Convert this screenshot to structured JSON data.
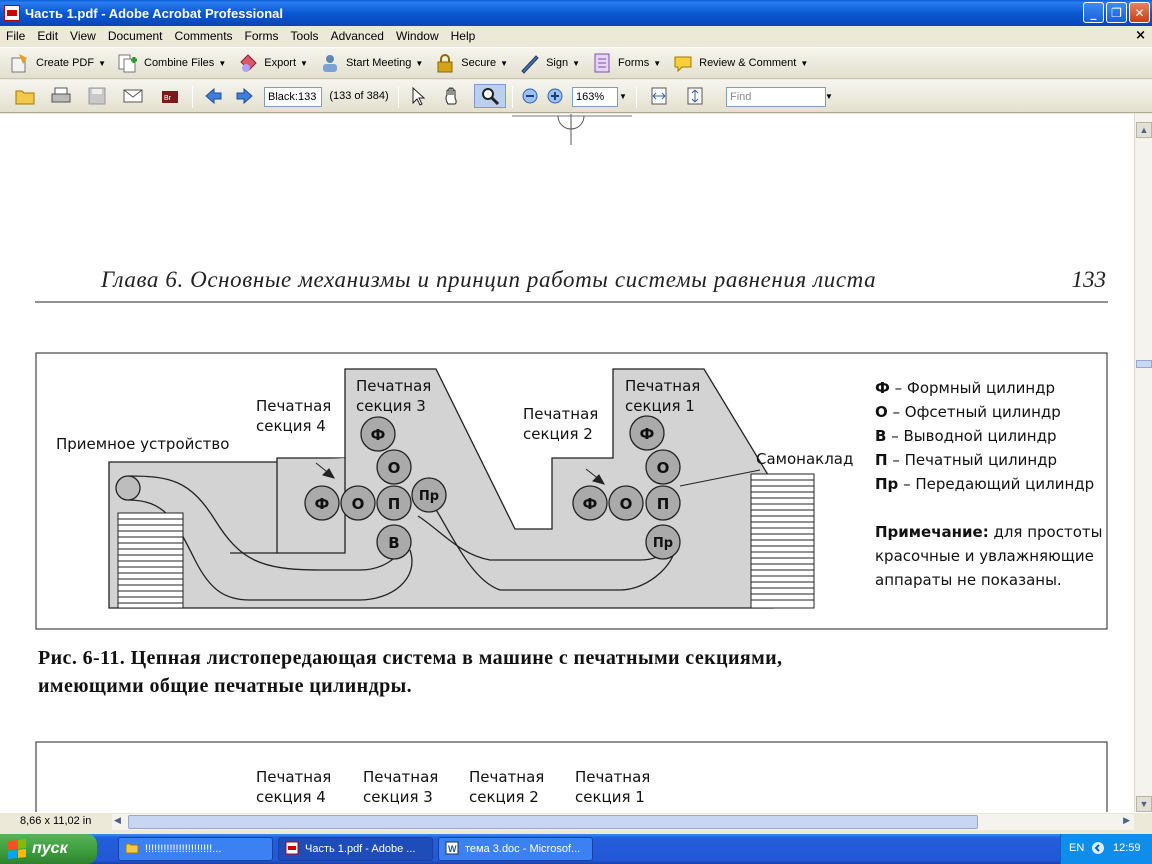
{
  "window": {
    "title": "Часть 1.pdf - Adobe Acrobat Professional",
    "minimize": "_",
    "restore": "❐",
    "close": "✕",
    "doc_close": "×"
  },
  "menu": [
    "File",
    "Edit",
    "View",
    "Document",
    "Comments",
    "Forms",
    "Tools",
    "Advanced",
    "Window",
    "Help"
  ],
  "toolbar": {
    "create_pdf": "Create PDF",
    "combine_files": "Combine Files",
    "export": "Export",
    "start_meeting": "Start Meeting",
    "secure": "Secure",
    "sign": "Sign",
    "forms": "Forms",
    "review": "Review & Comment"
  },
  "nav": {
    "page_field": "Black:133",
    "page_count": "(133 of 384)",
    "zoom": "163%",
    "find_placeholder": "Find"
  },
  "page": {
    "header_title": "Глава 6. Основные механизмы и принцип работы системы равнения листа",
    "page_number": "133",
    "figure1": {
      "labels": {
        "receiver": "Приемное устройство",
        "sec4_l1": "Печатная",
        "sec4_l2": "секция 4",
        "sec3_l1": "Печатная",
        "sec3_l2": "секция 3",
        "sec2_l1": "Печатная",
        "sec2_l2": "секция 2",
        "sec1_l1": "Печатная",
        "sec1_l2": "секция 1",
        "feeder": "Самонаклад"
      },
      "cyl": {
        "f": "Ф",
        "o": "О",
        "p": "П",
        "v": "В",
        "pr": "Пр"
      },
      "legend": [
        {
          "key": "Ф",
          "text": " – Формный цилиндр"
        },
        {
          "key": "О",
          "text": " – Офсетный цилиндр"
        },
        {
          "key": "В",
          "text": " – Выводной цилиндр"
        },
        {
          "key": "П",
          "text": " – Печатный цилиндр"
        },
        {
          "key": "Пр",
          "text": " – Передающий цилиндр"
        }
      ],
      "note_key": "Примечание:",
      "note_l1": " для простоты",
      "note_l2": "красочные и увлажняющие",
      "note_l3": "аппараты не показаны."
    },
    "caption_l1": "Рис. 6-11. Цепная листопередающая система в машине с печатными секциями,",
    "caption_l2": "имеющими общие печатные цилиндры.",
    "figure2": {
      "sec4_l1": "Печатная",
      "sec4_l2": "секция 4",
      "sec3_l1": "Печатная",
      "sec3_l2": "секция 3",
      "sec2_l1": "Печатная",
      "sec2_l2": "секция 2",
      "sec1_l1": "Печатная",
      "sec1_l2": "секция 1"
    }
  },
  "status": {
    "page_size": "8,66 x 11,02 in"
  },
  "taskbar": {
    "start": "пуск",
    "tasks": [
      "!!!!!!!!!!!!!!!!!!!!!!...",
      "Часть 1.pdf - Adobe ...",
      "тема 3.doc - Microsof..."
    ],
    "lang": "EN",
    "clock": "12:59"
  }
}
